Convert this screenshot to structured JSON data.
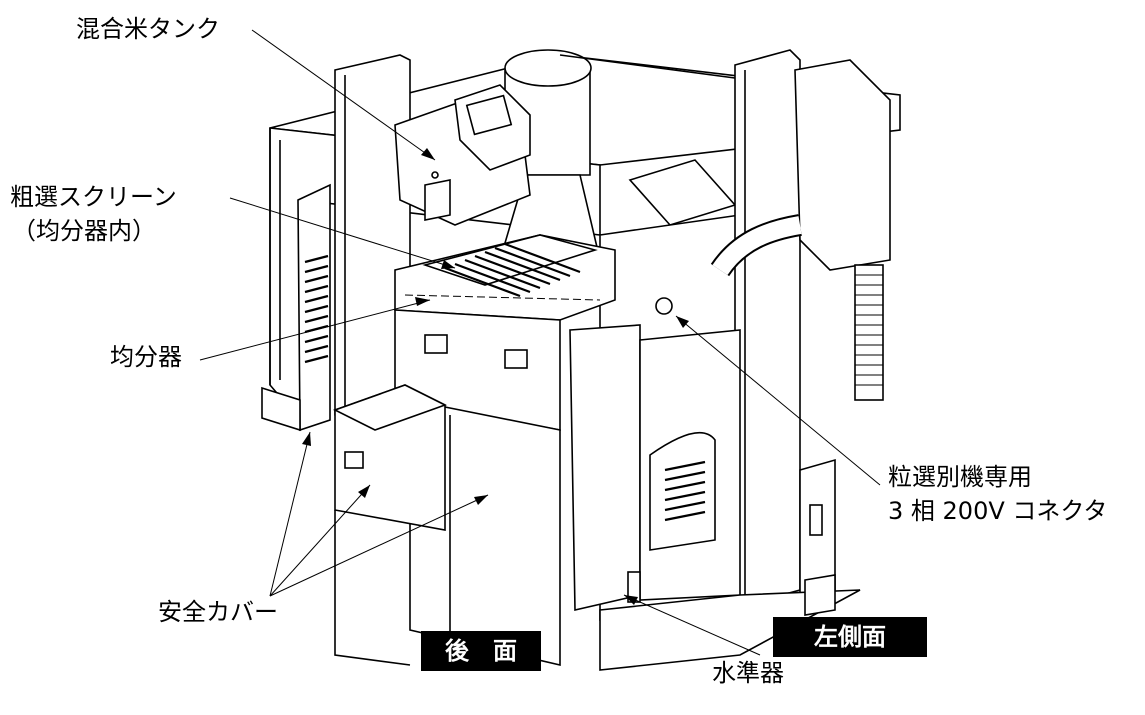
{
  "labels": {
    "tank": "混合米タンク",
    "screen_line1": "粗選スクリーン",
    "screen_line2": "（均分器内）",
    "divider": "均分器",
    "connector_line1": "粒選別機専用",
    "connector_line2": "3 相 200V コネクタ",
    "cover": "安全カバー",
    "level": "水準器"
  },
  "views": {
    "rear": "後　面",
    "left": "左側面"
  }
}
